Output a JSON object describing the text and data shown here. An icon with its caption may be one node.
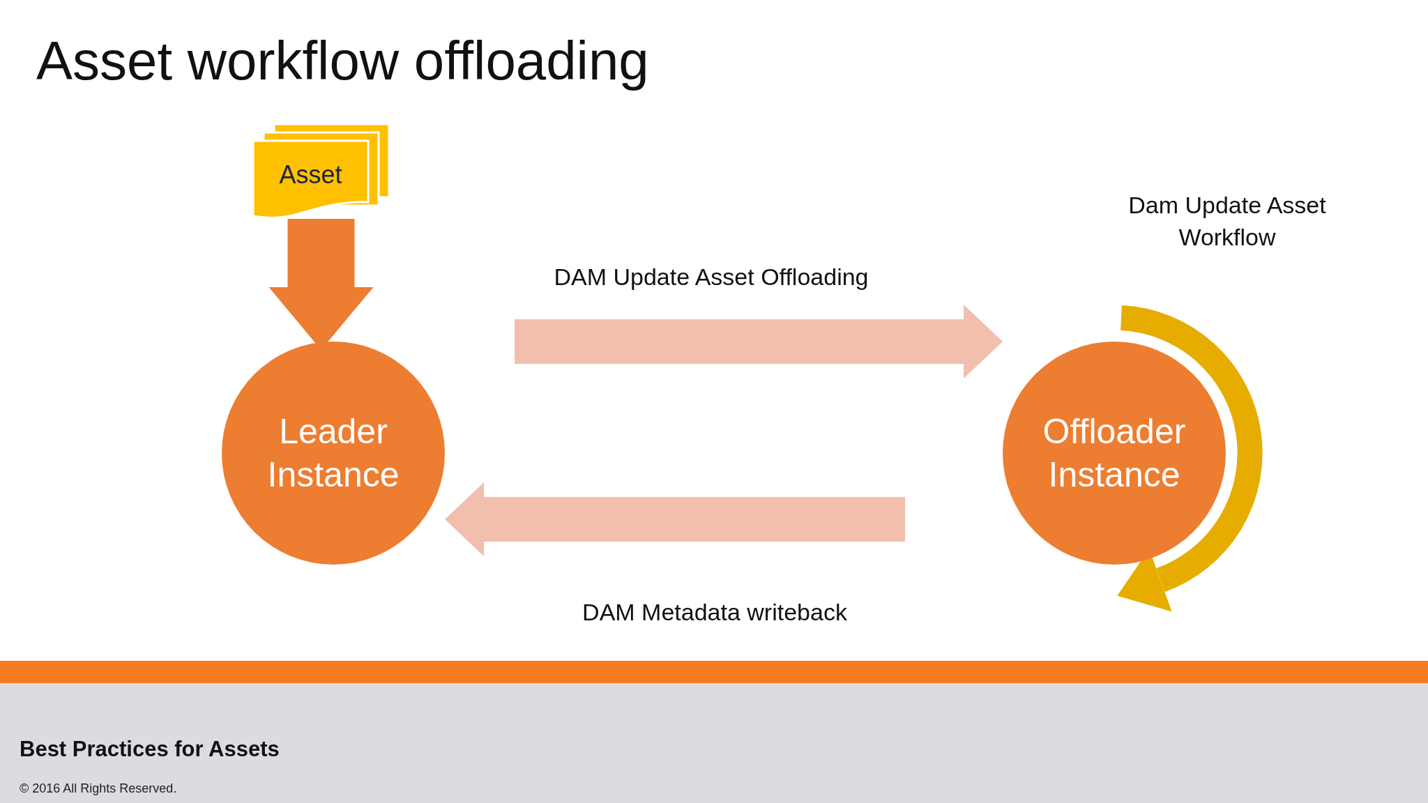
{
  "diagram": {
    "title": "Asset workflow offloading",
    "nodes": [
      {
        "text": [
          "Asset"
        ]
      },
      {
        "text": [
          "Leader Instance"
        ]
      },
      {
        "text": [
          "Offloader Instance"
        ]
      }
    ],
    "edges": [
      {
        "from": 0,
        "to": 1,
        "arrow": "to",
        "color": "#ed7d31"
      },
      {
        "from": 1,
        "to": 2,
        "arrow": "to",
        "label": "DAM Update Asset Offloading"
      },
      {
        "from": 2,
        "to": 1,
        "arrow": "to",
        "label": "DAM Metadata writeback"
      },
      {
        "from": null,
        "to": 2,
        "arrow": "to",
        "color": "#e6ad00",
        "label": "Dam Update Asset Workflow"
      }
    ],
    "labels": [
      "Best Practices for Assets",
      "© 2016 All Rights Reserved."
    ]
  }
}
